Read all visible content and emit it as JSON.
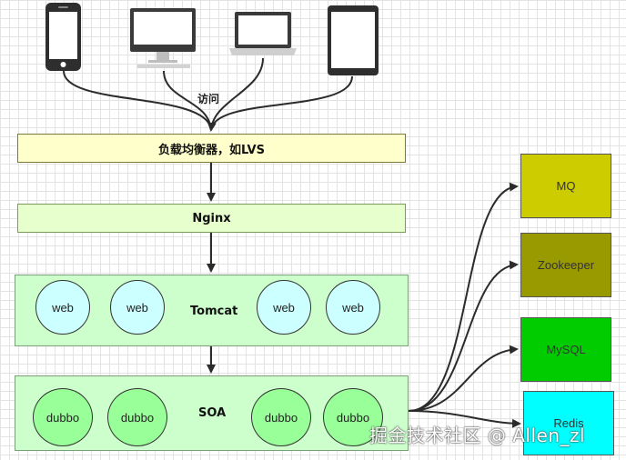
{
  "devices": [
    {
      "name": "phone",
      "icon": "smartphone-icon"
    },
    {
      "name": "desktop",
      "icon": "desktop-monitor-icon"
    },
    {
      "name": "laptop",
      "icon": "laptop-icon"
    },
    {
      "name": "tablet",
      "icon": "tablet-icon"
    }
  ],
  "edge_label_access": "访问",
  "load_balancer": {
    "label": "负载均衡器，如LVS",
    "color": "#ffffcc"
  },
  "nginx": {
    "label": "Nginx",
    "color": "#e6ffcc"
  },
  "tomcat": {
    "label": "Tomcat",
    "color": "#ccffcc",
    "nodes": [
      "web",
      "web",
      "web",
      "web"
    ],
    "node_color": "#ccffff"
  },
  "soa": {
    "label": "SOA",
    "color": "#ccffcc",
    "nodes": [
      "dubbo",
      "dubbo",
      "dubbo",
      "dubbo"
    ],
    "node_color": "#99ff99"
  },
  "services": [
    {
      "label": "MQ",
      "color": "#cccc00"
    },
    {
      "label": "Zookeeper",
      "color": "#999900"
    },
    {
      "label": "MySQL",
      "color": "#00cc00"
    },
    {
      "label": "Redis",
      "color": "#00ffff"
    }
  ],
  "watermark": "掘金技术社区 @ Allen_zl"
}
